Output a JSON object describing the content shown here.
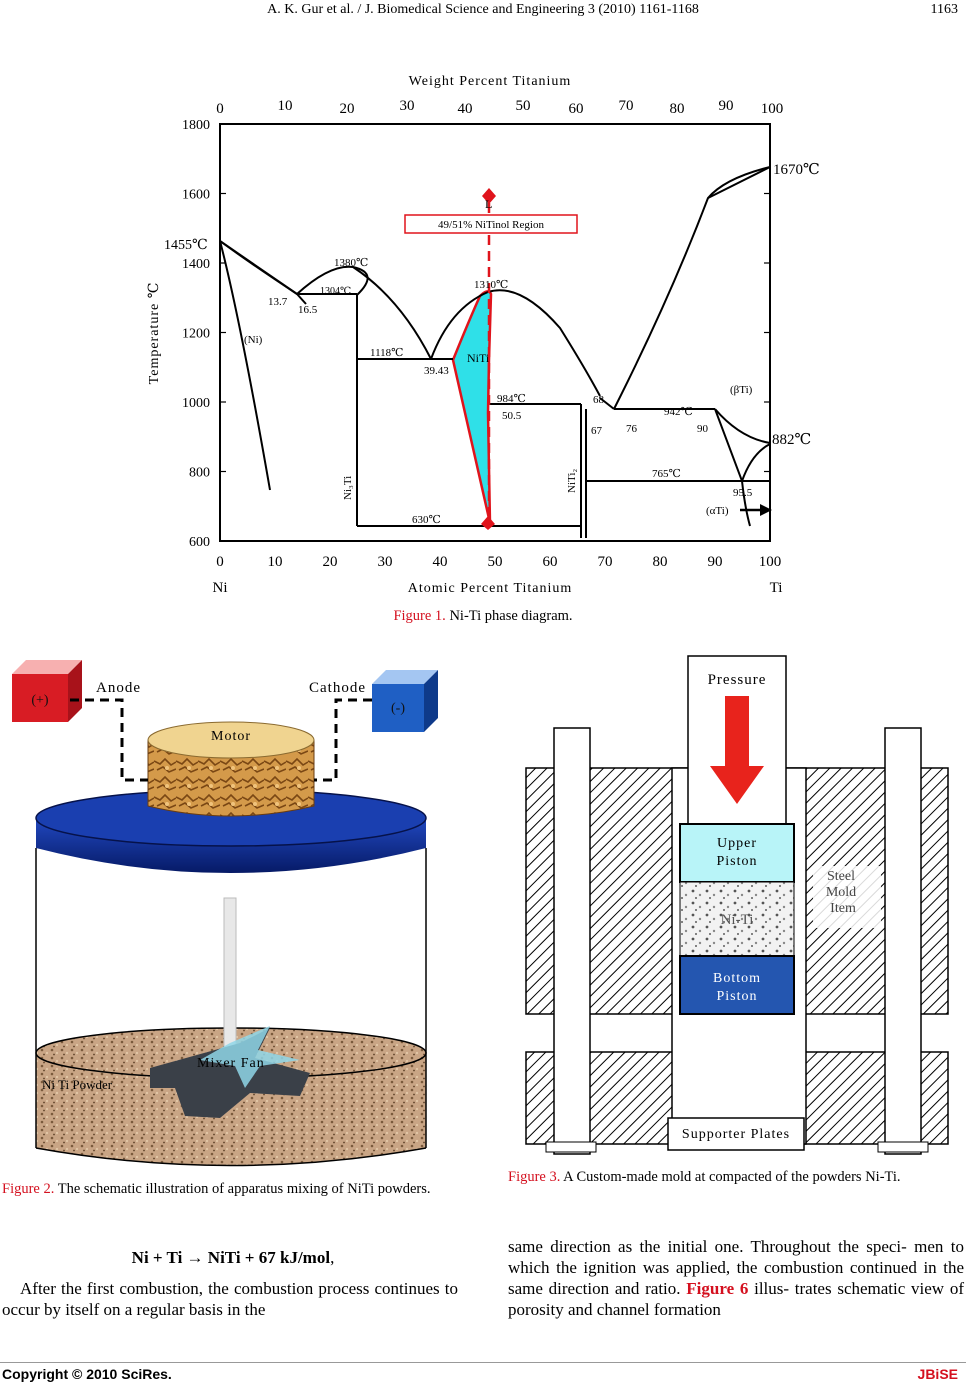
{
  "header": {
    "running_head": "A. K. Gur et al. / J. Biomedical Science and Engineering 3 (2010) 1161-1168",
    "page_number": "1163"
  },
  "figure1": {
    "top_axis_title": "Weight Percent Titanium",
    "top_ticks": [
      "0",
      "10",
      "20",
      "30",
      "40",
      "50",
      "60",
      "70",
      "80",
      "90",
      "100"
    ],
    "y_axis_title": "Temperature ℃",
    "y_ticks": [
      "1800",
      "1600",
      "1400",
      "1200",
      "1000",
      "800",
      "600"
    ],
    "bottom_axis_title": "Atomic Percent Titanium",
    "bottom_ticks": [
      "0",
      "10",
      "20",
      "30",
      "40",
      "50",
      "60",
      "70",
      "80",
      "90",
      "100"
    ],
    "left_element": "Ni",
    "right_element": "Ti",
    "region_box": "49/51% NiTinol Region",
    "labels": {
      "L": "L",
      "t1670": "1670℃",
      "t1455": "1455℃",
      "t1380": "1380℃",
      "t1304": "1304℃",
      "t1310": "1310℃",
      "c137": "13.7",
      "c165": "16.5",
      "ni_phase": "(Ni)",
      "t1118": "1118℃",
      "c3943": "39.43",
      "niti": "NiTi",
      "t984": "984℃",
      "c505": "50.5",
      "c68": "68",
      "c67": "67",
      "c76": "76",
      "t942": "942℃",
      "c90": "90",
      "beta": "(βTi)",
      "t882": "882℃",
      "t765": "765℃",
      "c955": "95.5",
      "alpha": "(αTi)",
      "t630": "630℃",
      "ni3ti": "Ni₃Ti",
      "niti2": "NiTi₂"
    },
    "caption_label": "Figure 1.",
    "caption_text": " Ni-Ti phase diagram."
  },
  "figure2": {
    "anode": "Anode",
    "cathode": "Cathode",
    "plus": "(+)",
    "minus": "(-)",
    "motor": "Motor",
    "mixer": "Mixer Fan",
    "powder": "Ni Ti Powder",
    "caption_label": "Figure 2.",
    "caption_text": " The schematic illustration of apparatus mixing of NiTi powders."
  },
  "figure3": {
    "pressure": "Pressure",
    "upper_piston": [
      "Upper",
      "Piston"
    ],
    "niti": "Ni-Ti",
    "bottom_piston": [
      "Bottom",
      "Piston"
    ],
    "steel": [
      "Steel",
      "Mold",
      "Item"
    ],
    "supporter": "Supporter Plates",
    "caption_label": "Figure 3.",
    "caption_text": " A Custom-made mold at compacted of the powders Ni-Ti."
  },
  "body": {
    "equation": "Ni + Ti → NiTi + 67 kJ/mol",
    "equation_tail": ",",
    "left_paragraph": "After the first combustion, the combustion process continues to occur by itself on a regular basis in the",
    "right_paragraph_a": "same direction as the initial one. Throughout the speci- men to which the ignition was applied, the combustion continued in the same direction and ratio. ",
    "right_paragraph_ref": "Figure 6",
    "right_paragraph_b": " illus- trates schematic view of porosity and channel formation"
  },
  "footer": {
    "copyright": "Copyright © 2010 SciRes.",
    "journal": "JBiSE"
  },
  "colors": {
    "caption_red": "#d4101f",
    "niti_cyan": "#2fe0e8",
    "region_red": "#e0141c",
    "anode_red": "#d81c24",
    "cathode_blue": "#1f5fc4",
    "drum_blue": "#0a2a8a",
    "upper_piston": "#b8f4f8",
    "bottom_piston": "#2456b0",
    "pressure_arrow": "#e8231c"
  }
}
